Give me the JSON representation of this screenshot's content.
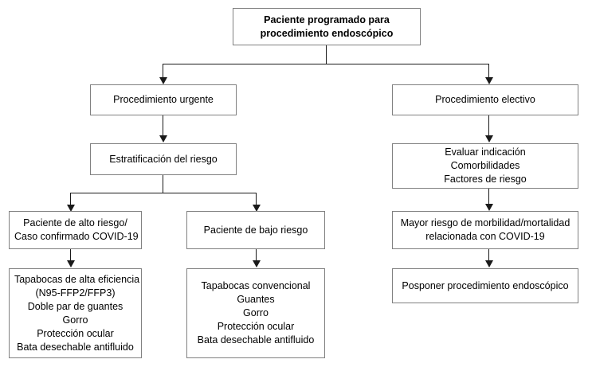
{
  "diagram": {
    "title_text": "Paciente programado para procedimiento endoscópico",
    "language": "es",
    "colors": {
      "box_border": "#808080",
      "connector": "#1a1a1a",
      "background": "#ffffff",
      "text": "#000000"
    }
  },
  "nodes": {
    "root": {
      "line1": "Paciente programado para",
      "line2": "procedimiento endoscópico"
    },
    "urgent": {
      "line1": "Procedimiento urgente"
    },
    "risk_stratification": {
      "line1": "Estratificación del riesgo"
    },
    "high_risk": {
      "line1": "Paciente de alto riesgo/",
      "line2": "Caso confirmado COVID-19"
    },
    "low_risk": {
      "line1": "Paciente de bajo riesgo"
    },
    "high_risk_ppe": {
      "line1": "Tapabocas de alta eficiencia",
      "line2": "(N95-FFP2/FFP3)",
      "line3": "Doble par de guantes",
      "line4": "Gorro",
      "line5": "Protección ocular",
      "line6": "Bata desechable antifluido"
    },
    "low_risk_ppe": {
      "line1": "Tapabocas convencional",
      "line2": "Guantes",
      "line3": "Gorro",
      "line4": "Protección ocular",
      "line5": "Bata desechable antifluido"
    },
    "elective": {
      "line1": "Procedimiento electivo"
    },
    "evaluate": {
      "line1": "Evaluar indicación",
      "line2": "Comorbilidades",
      "line3": "Factores de riesgo"
    },
    "higher_risk": {
      "line1": "Mayor riesgo de morbilidad/mortalidad",
      "line2": "relacionada con COVID-19"
    },
    "postpone": {
      "line1": "Posponer procedimiento endoscópico"
    }
  },
  "connectors": [
    {
      "name": "root-to-split",
      "type": "vertical"
    },
    {
      "name": "split-bar-top",
      "type": "horizontal"
    },
    {
      "name": "arrow-to-urgent",
      "type": "arrowhead"
    },
    {
      "name": "arrow-to-elective",
      "type": "arrowhead"
    },
    {
      "name": "urgent-to-stratification",
      "type": "arrow"
    },
    {
      "name": "stratification-to-split",
      "type": "vertical"
    },
    {
      "name": "split-bar-risk",
      "type": "horizontal"
    },
    {
      "name": "arrow-to-high-risk",
      "type": "arrowhead"
    },
    {
      "name": "arrow-to-low-risk",
      "type": "arrowhead"
    },
    {
      "name": "high-risk-to-ppe",
      "type": "arrow"
    },
    {
      "name": "low-risk-to-ppe",
      "type": "arrow"
    },
    {
      "name": "elective-to-evaluate",
      "type": "arrow"
    },
    {
      "name": "evaluate-to-higher-risk",
      "type": "arrow"
    },
    {
      "name": "higher-risk-to-postpone",
      "type": "arrow"
    }
  ]
}
